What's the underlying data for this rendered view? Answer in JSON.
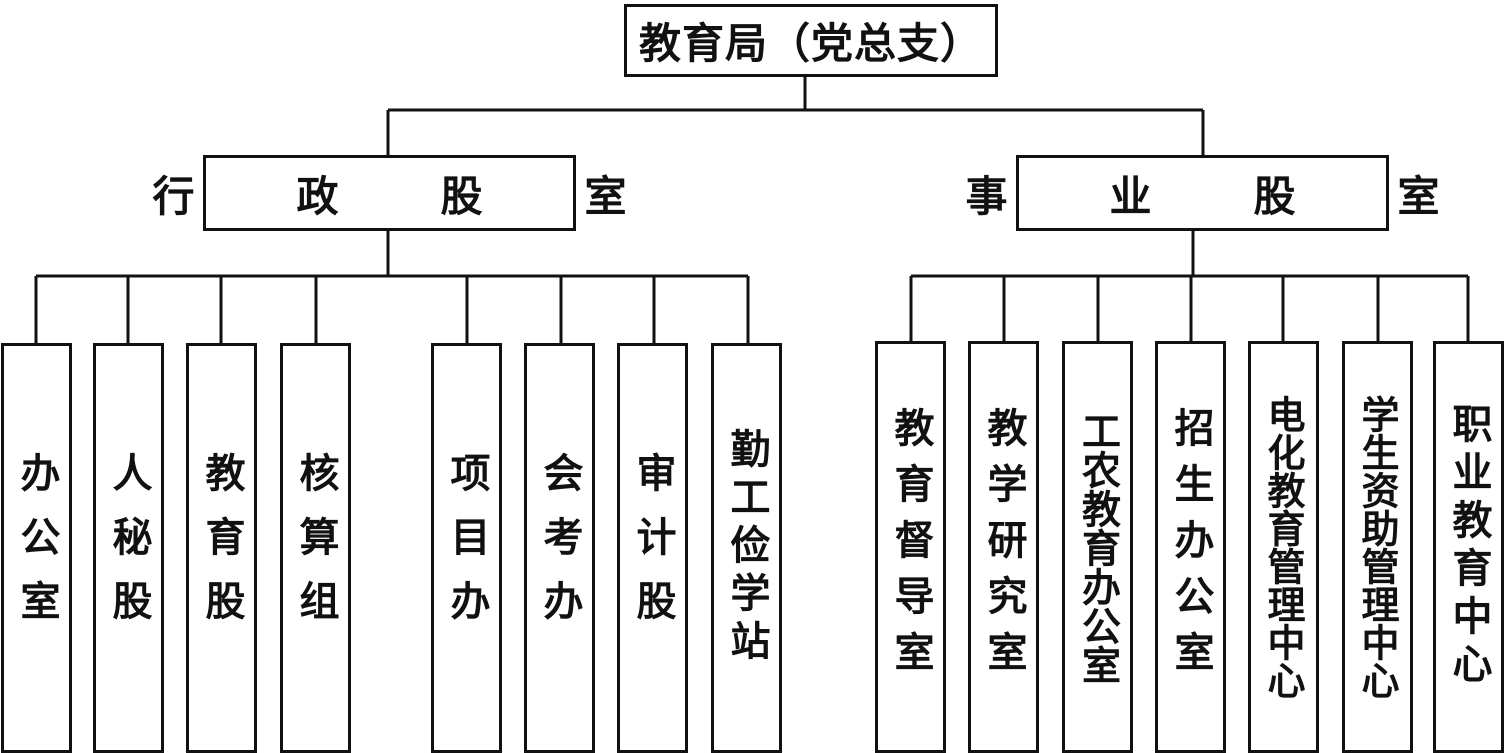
{
  "root": {
    "label": "教育局（党总支）"
  },
  "groups": [
    {
      "label": "行　政　股　室",
      "units": [
        "办公室",
        "人秘股",
        "教育股",
        "核算组",
        "项目办",
        "会考办",
        "审计股",
        "勤工俭学站"
      ]
    },
    {
      "label": "事　业　股　室",
      "units": [
        "教育督导室",
        "教学研究室",
        "工农教育办公室",
        "招生办公室",
        "电化教育管理中心",
        "学生资助管理中心",
        "职业教育中心"
      ]
    }
  ],
  "colors": {
    "line": "#111111",
    "box_fill": "#ffffff",
    "text": "#111111"
  }
}
